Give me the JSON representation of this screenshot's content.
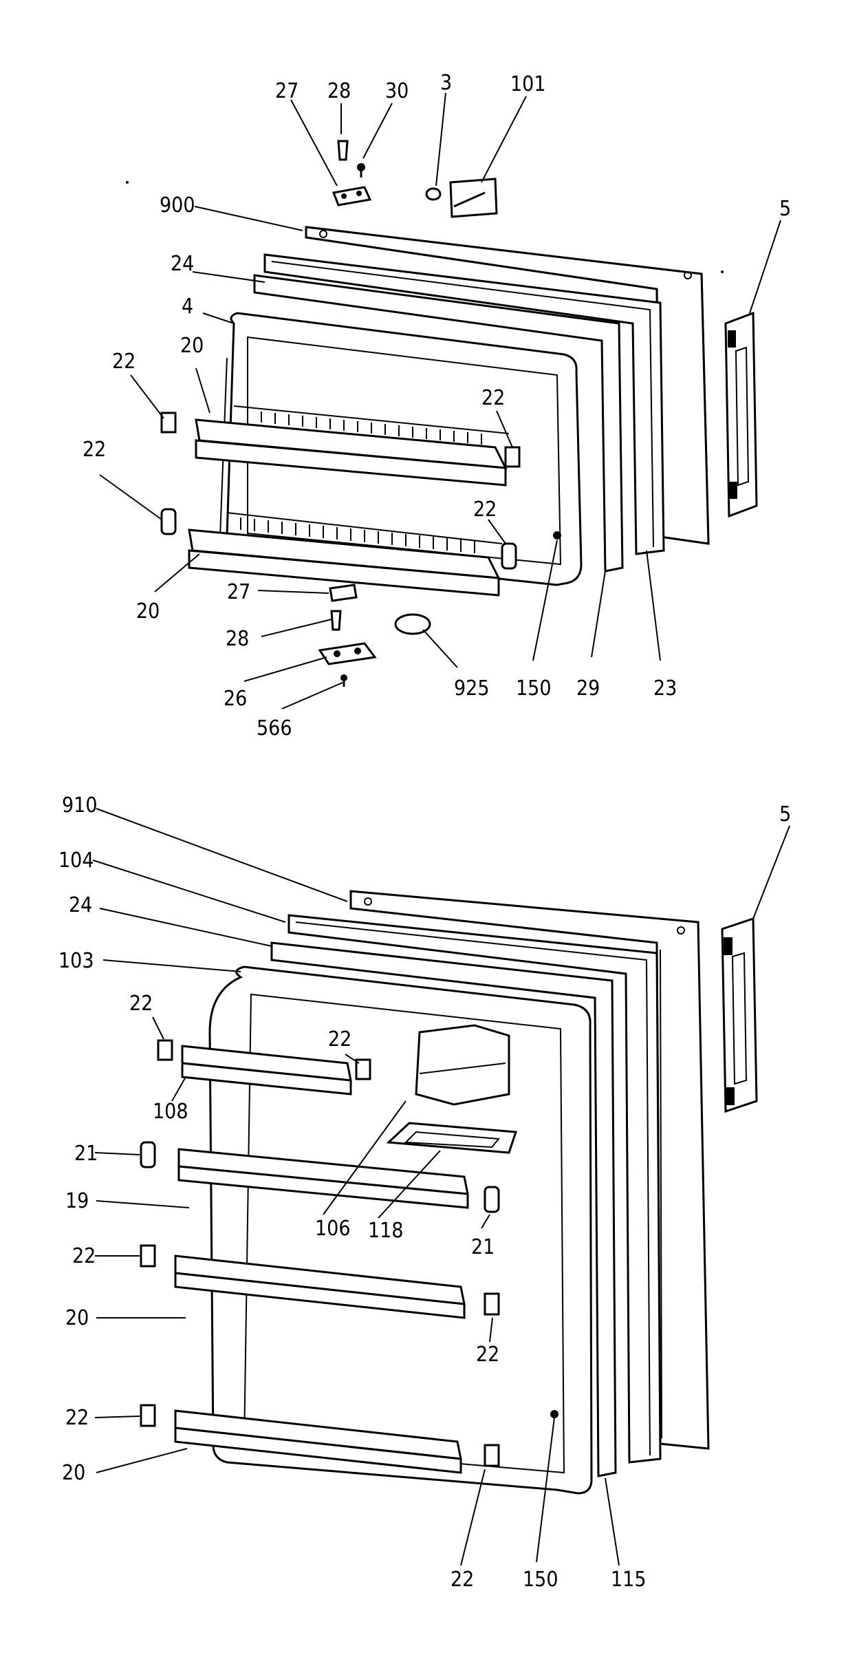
{
  "upper_door": {
    "callouts": [
      "27",
      "28",
      "30",
      "3",
      "101",
      "900",
      "5",
      "24",
      "4",
      "20",
      "22",
      "22",
      "22",
      "22",
      "20",
      "27",
      "28",
      "26",
      "566",
      "925",
      "150",
      "29",
      "23"
    ]
  },
  "lower_door": {
    "callouts": [
      "910",
      "5",
      "104",
      "24",
      "103",
      "22",
      "22",
      "108",
      "21",
      "19",
      "106",
      "118",
      "21",
      "22",
      "20",
      "22",
      "22",
      "20",
      "22",
      "150",
      "115"
    ]
  }
}
